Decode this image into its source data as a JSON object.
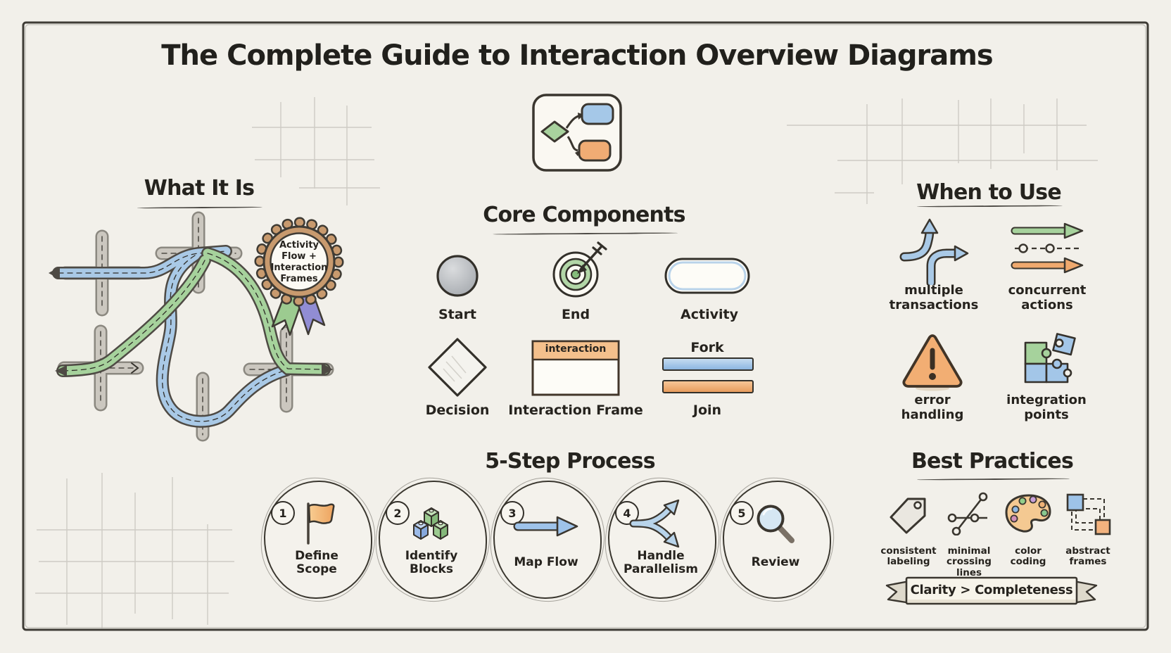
{
  "title": "The Complete Guide to Interaction Overview Diagrams",
  "logo_icon": "flowchart-logo-icon",
  "what_it_is": {
    "heading": "What It Is",
    "illustration": "road-interchange-illustration",
    "badge_icon": "rosette-badge-icon",
    "badge_text": "Activity\nFlow +\nInteraction\nFrames"
  },
  "core_components": {
    "heading": "Core Components",
    "start_label": "Start",
    "end_label": "End",
    "activity_label": "Activity",
    "decision_label": "Decision",
    "frame_label": "Interaction Frame",
    "frame_tab": "interaction",
    "fork_label": "Fork",
    "join_label": "Join"
  },
  "when_to_use": {
    "heading": "When to Use",
    "items": [
      {
        "icon": "branching-arrows-icon",
        "label": "multiple\ntransactions"
      },
      {
        "icon": "parallel-arrows-icon",
        "label": "concurrent\nactions"
      },
      {
        "icon": "warning-triangle-icon",
        "label": "error\nhandling"
      },
      {
        "icon": "puzzle-pieces-icon",
        "label": "integration\npoints"
      }
    ]
  },
  "process": {
    "heading": "5-Step Process",
    "steps": [
      {
        "number": "1",
        "icon": "flag-icon",
        "label": "Define\nScope"
      },
      {
        "number": "2",
        "icon": "building-blocks-icon",
        "label": "Identify\nBlocks"
      },
      {
        "number": "3",
        "icon": "right-arrow-icon",
        "label": "Map Flow"
      },
      {
        "number": "4",
        "icon": "fork-arrows-icon",
        "label": "Handle\nParallelism"
      },
      {
        "number": "5",
        "icon": "magnifier-icon",
        "label": "Review"
      }
    ]
  },
  "best_practices": {
    "heading": "Best Practices",
    "items": [
      {
        "icon": "tag-icon",
        "label": "consistent\nlabeling"
      },
      {
        "icon": "crossing-lines-icon",
        "label": "minimal\ncrossing\nlines"
      },
      {
        "icon": "palette-icon",
        "label": "color\ncoding"
      },
      {
        "icon": "abstract-frames-icon",
        "label": "abstract\nframes"
      }
    ],
    "banner": "Clarity > Completeness"
  },
  "colors": {
    "background": "#f2f0ea",
    "ink": "#33302a",
    "blue": "#a3c6e6",
    "green": "#a6d29c",
    "orange": "#f0ab72",
    "road_gray": "#cbc7bf",
    "badge_tan": "#c89a6e"
  }
}
